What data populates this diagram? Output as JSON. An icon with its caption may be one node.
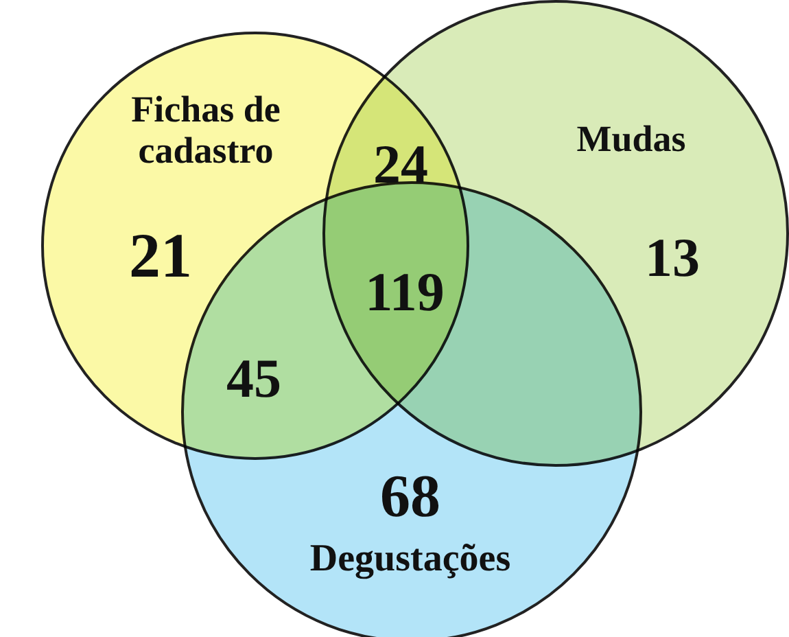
{
  "diagram": {
    "nodes": [
      {
        "text": [
          "Fichas de cadastro",
          "21"
        ]
      },
      {
        "text": [
          "Mudas",
          "13"
        ]
      },
      {
        "text": [
          "68",
          "Degustações"
        ]
      }
    ],
    "labels": [
      "24",
      "119",
      "45"
    ]
  }
}
